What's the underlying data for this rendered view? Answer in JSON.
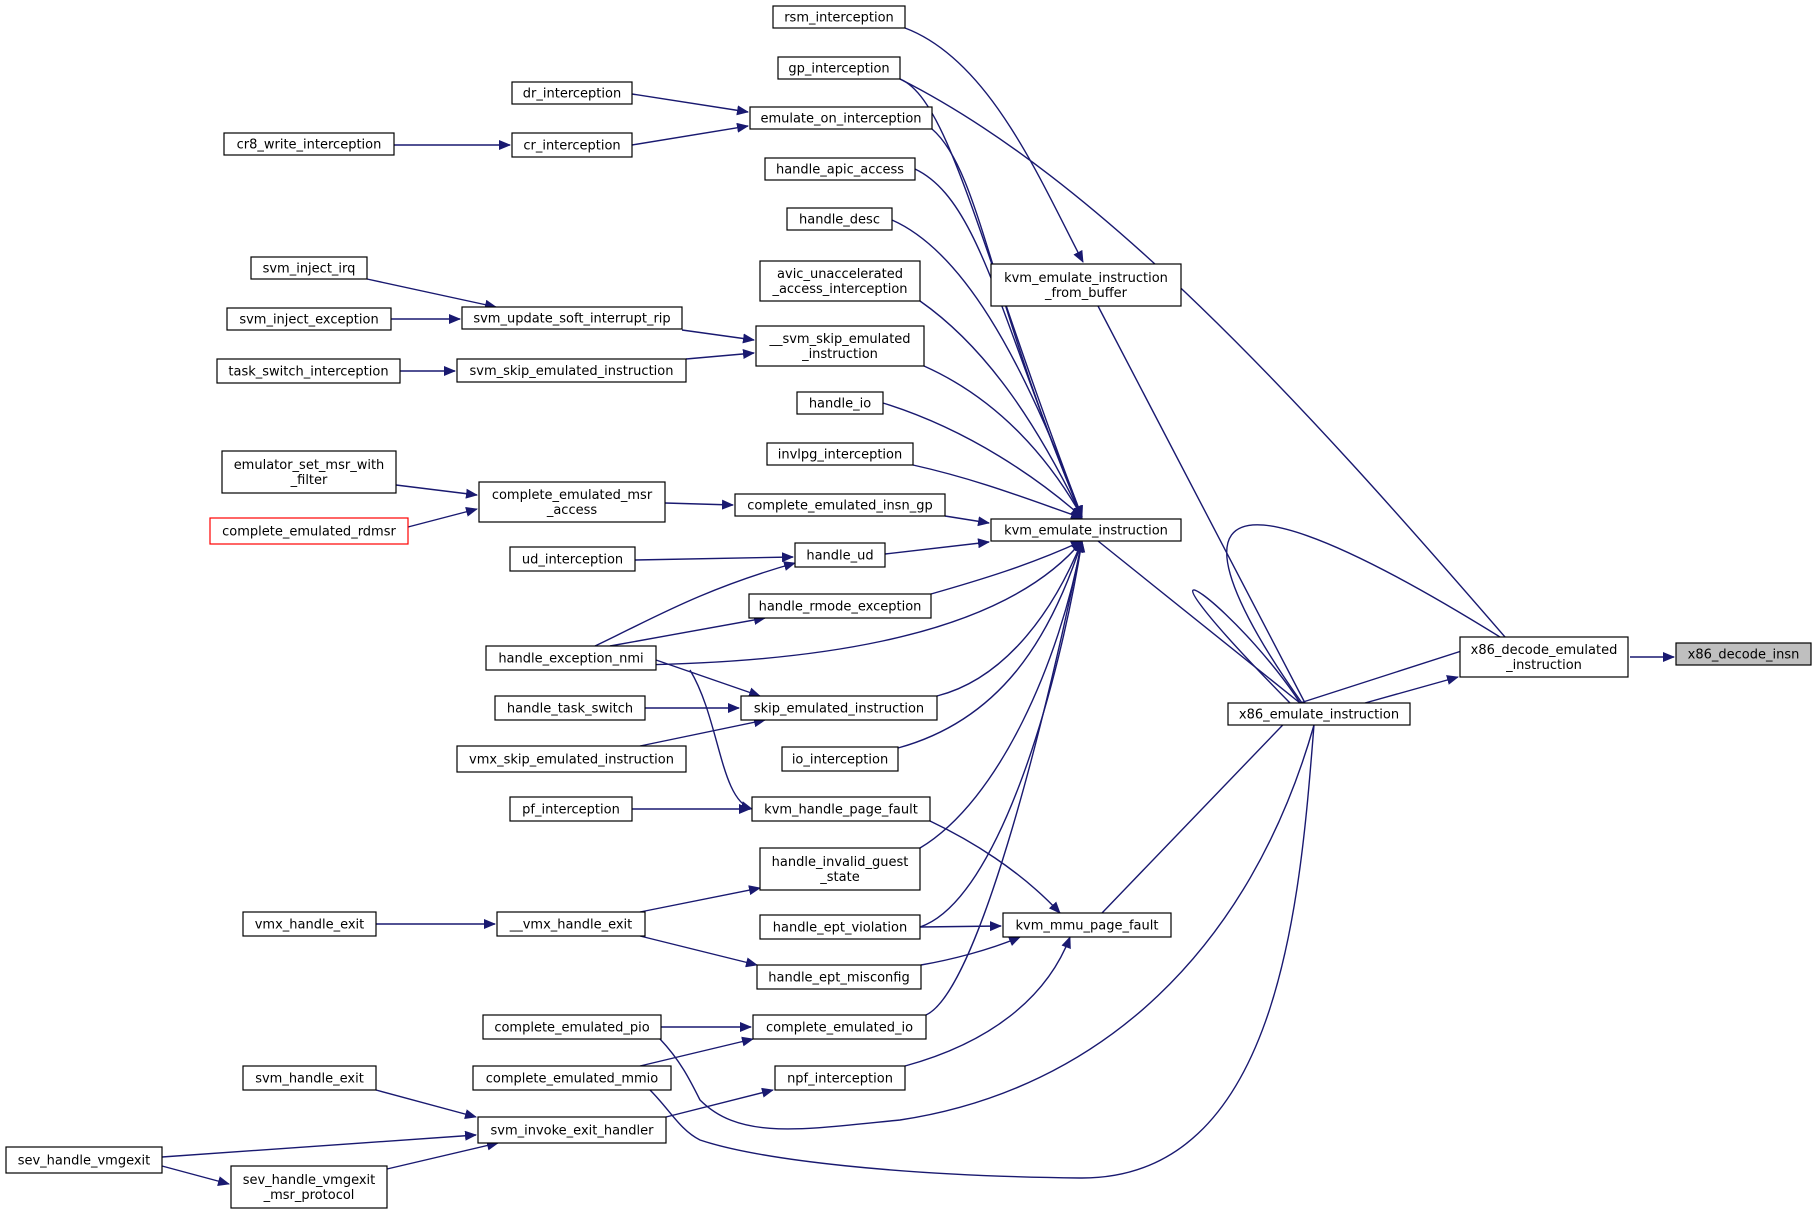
{
  "nodes": {
    "x86_decode_insn": "x86_decode_insn",
    "x86_decode_emulated": [
      "x86_decode_emulated",
      "_instruction"
    ],
    "x86_emulate_instruction": "x86_emulate_instruction",
    "kvm_emulate_instruction": "kvm_emulate_instruction",
    "kvm_emulate_instruction_from_buffer": [
      "kvm_emulate_instruction",
      "_from_buffer"
    ],
    "kvm_mmu_page_fault": "kvm_mmu_page_fault",
    "rsm_interception": "rsm_interception",
    "gp_interception": "gp_interception",
    "emulate_on_interception": "emulate_on_interception",
    "dr_interception": "dr_interception",
    "cr_interception": "cr_interception",
    "cr8_write_interception": "cr8_write_interception",
    "handle_apic_access": "handle_apic_access",
    "handle_desc": "handle_desc",
    "avic_unaccelerated": [
      "avic_unaccelerated",
      "_access_interception"
    ],
    "svm_inject_irq": "svm_inject_irq",
    "svm_inject_exception": "svm_inject_exception",
    "svm_update_soft_interrupt_rip": "svm_update_soft_interrupt_rip",
    "svm_skip_emulated": [
      "__svm_skip_emulated",
      "_instruction"
    ],
    "task_switch_interception": "task_switch_interception",
    "svm_skip_emulated_instruction": "svm_skip_emulated_instruction",
    "handle_io": "handle_io",
    "invlpg_interception": "invlpg_interception",
    "emulator_set_msr": [
      "emulator_set_msr_with",
      "_filter"
    ],
    "complete_emulated_msr": [
      "complete_emulated_msr",
      "_access"
    ],
    "complete_emulated_rdmsr": "complete_emulated_rdmsr",
    "complete_emulated_insn_gp": "complete_emulated_insn_gp",
    "ud_interception": "ud_interception",
    "handle_ud": "handle_ud",
    "handle_rmode_exception": "handle_rmode_exception",
    "handle_exception_nmi": "handle_exception_nmi",
    "handle_task_switch": "handle_task_switch",
    "skip_emulated_instruction": "skip_emulated_instruction",
    "vmx_skip_emulated_instruction": "vmx_skip_emulated_instruction",
    "io_interception": "io_interception",
    "pf_interception": "pf_interception",
    "kvm_handle_page_fault": "kvm_handle_page_fault",
    "handle_invalid_guest": [
      "handle_invalid_guest",
      "_state"
    ],
    "vmx_handle_exit": "vmx_handle_exit",
    "vmx_handle_exit_inner": "__vmx_handle_exit",
    "handle_ept_violation": "handle_ept_violation",
    "handle_ept_misconfig": "handle_ept_misconfig",
    "complete_emulated_pio": "complete_emulated_pio",
    "complete_emulated_io": "complete_emulated_io",
    "complete_emulated_mmio": "complete_emulated_mmio",
    "npf_interception": "npf_interception",
    "svm_handle_exit": "svm_handle_exit",
    "svm_invoke_exit_handler": "svm_invoke_exit_handler",
    "sev_handle_vmgexit": "sev_handle_vmgexit",
    "sev_handle_vmgexit_msr": [
      "sev_handle_vmgexit",
      "_msr_protocol"
    ]
  },
  "colors": {
    "edge": "#191970",
    "focus_fill": "#bfbfbf",
    "truncated_border": "#ff0000"
  }
}
